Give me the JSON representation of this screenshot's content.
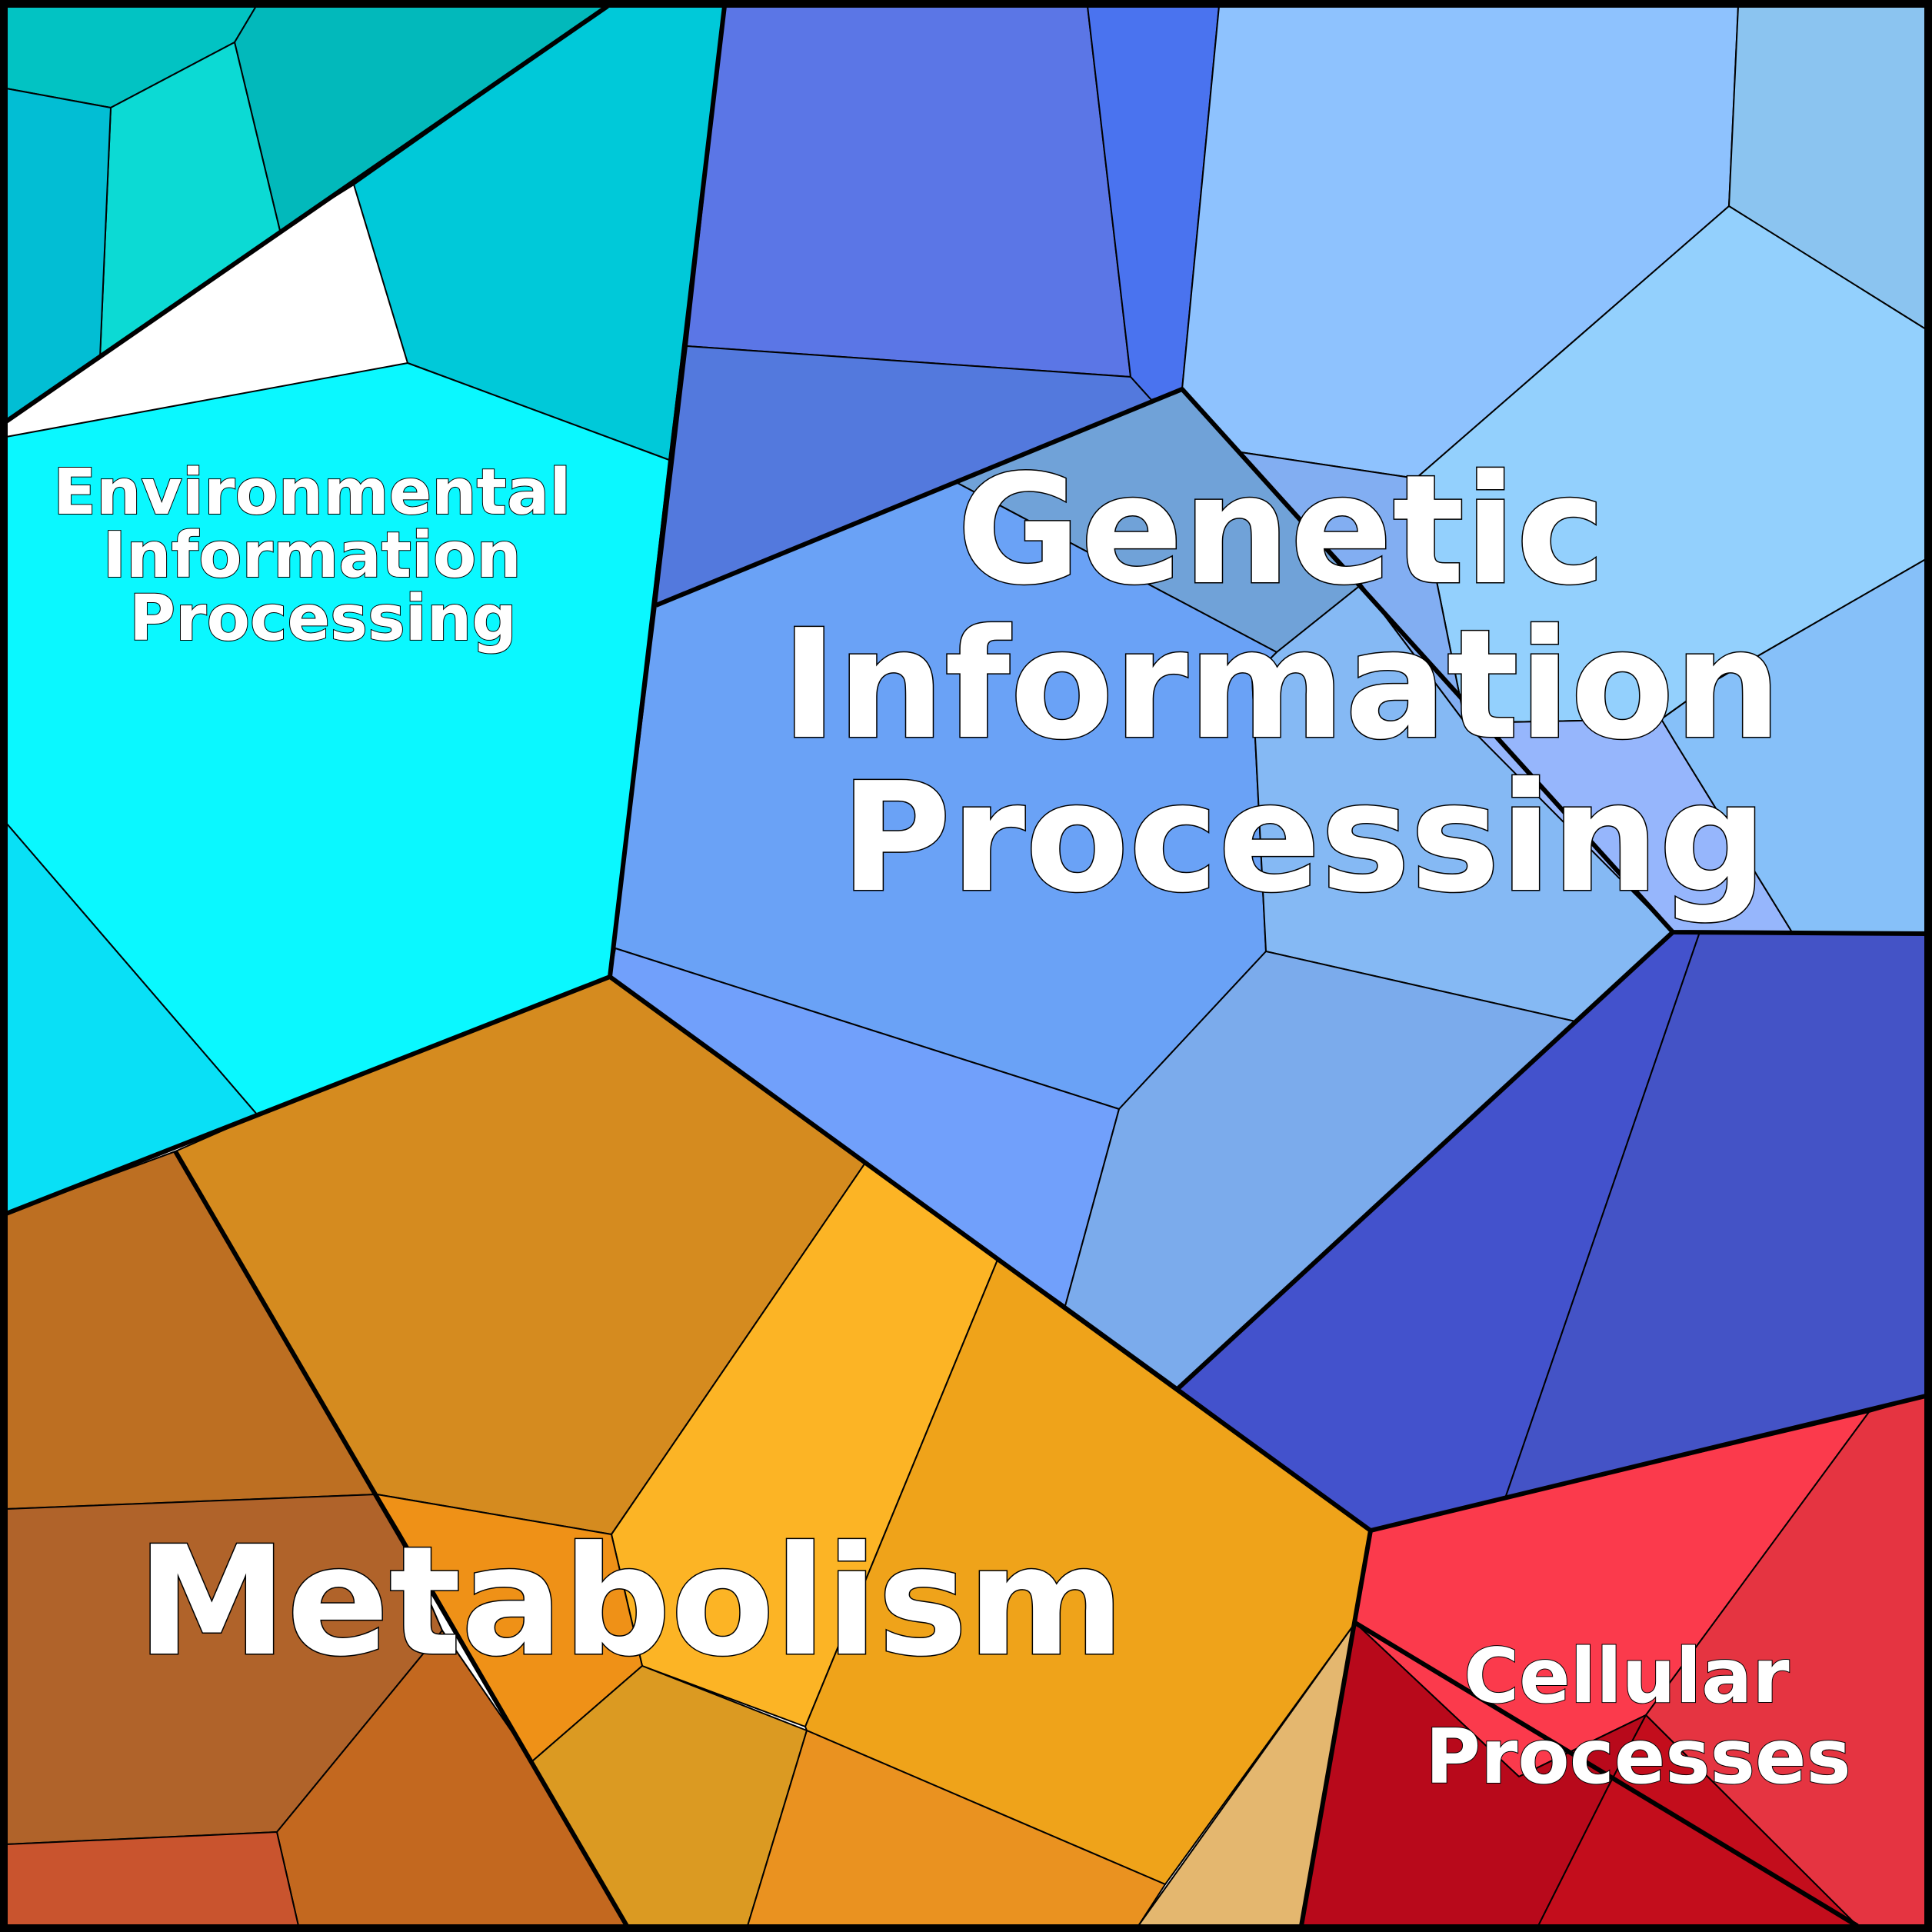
{
  "diagram": {
    "type": "voronoi-treemap",
    "regions": [
      {
        "id": "environmental",
        "label_lines": [
          "Environmental",
          "Information",
          "Processing"
        ],
        "color": "#0AF8FF"
      },
      {
        "id": "genetic",
        "label_lines": [
          "Genetic",
          "Information",
          "Processing"
        ],
        "color": "#6AA2F6"
      },
      {
        "id": "metabolism",
        "label_lines": [
          "Metabolism"
        ],
        "color": "#D58B1F"
      },
      {
        "id": "cellular",
        "label_lines": [
          "Cellular",
          "Processes"
        ],
        "color": "#FB3A4C"
      }
    ]
  }
}
